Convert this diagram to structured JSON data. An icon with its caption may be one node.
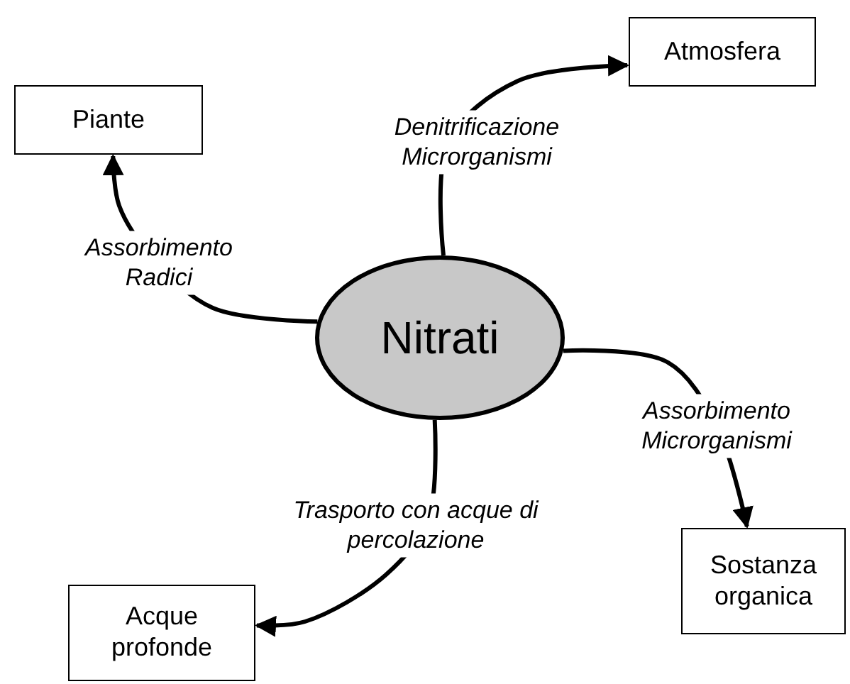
{
  "diagram": {
    "nodes": [
      {
        "text": [
          "Nitrati"
        ]
      },
      {
        "text": [
          "Piante"
        ]
      },
      {
        "text": [
          "Atmosfera"
        ]
      },
      {
        "text": [
          "Sostanza organica"
        ]
      },
      {
        "text": [
          "Acque profonde"
        ]
      }
    ],
    "edges": [
      {
        "from": 0,
        "to": 1,
        "arrow": "to",
        "label": "Assorbimento Radici"
      },
      {
        "from": 0,
        "to": 2,
        "arrow": "to",
        "label": "Denitrificazione Microrganismi"
      },
      {
        "from": 0,
        "to": 3,
        "arrow": "to",
        "label": "Assorbimento Microrganismi"
      },
      {
        "from": 0,
        "to": 4,
        "arrow": "to",
        "label": "Trasporto con acque di percolazione"
      }
    ]
  }
}
